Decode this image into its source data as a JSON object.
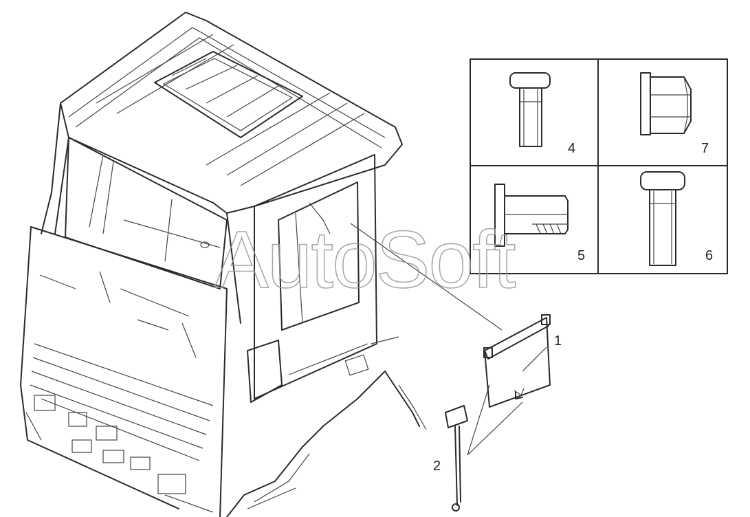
{
  "watermark": "AutoSoft",
  "callouts": {
    "c1": "1",
    "c2": "2",
    "c4": "4",
    "c5": "5",
    "c6": "6",
    "c7": "7"
  }
}
